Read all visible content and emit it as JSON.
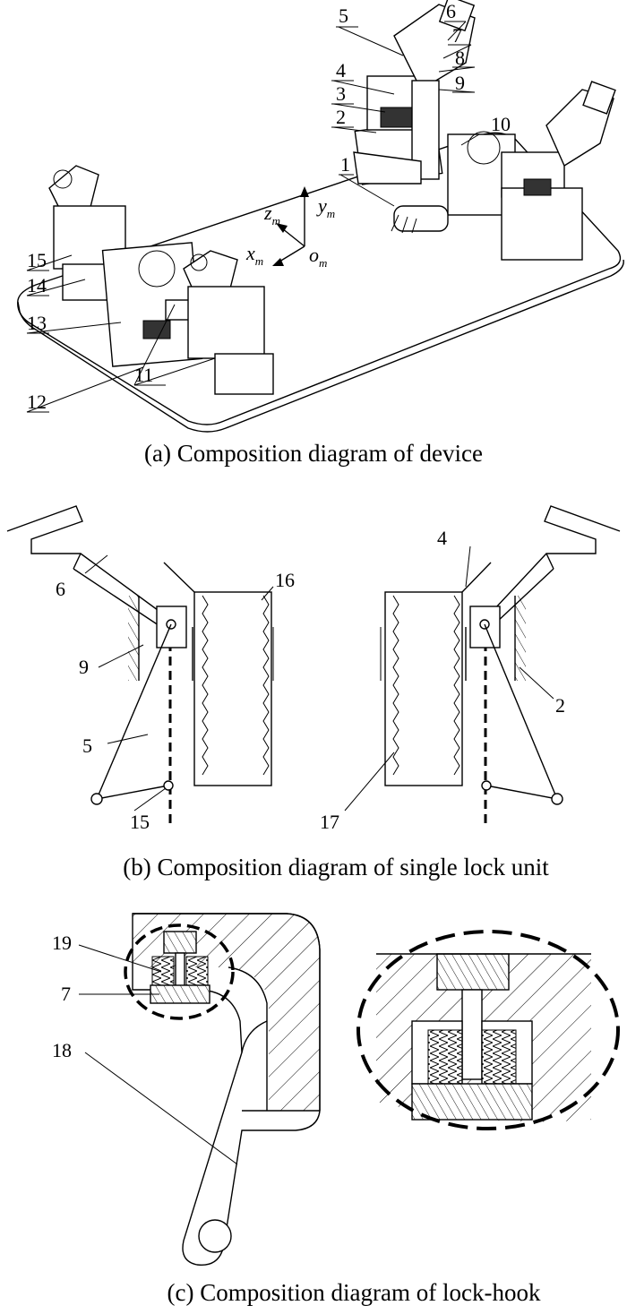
{
  "panel_a": {
    "caption": "(a) Composition diagram of  device",
    "axes": {
      "y": "y",
      "y_sub": "m",
      "z": "z",
      "z_sub": "m",
      "x": "x",
      "x_sub": "m",
      "o": "o",
      "o_sub": "m"
    },
    "callouts": [
      "1",
      "2",
      "3",
      "4",
      "5",
      "6",
      "7",
      "8",
      "9",
      "10",
      "11",
      "12",
      "13",
      "14",
      "15"
    ]
  },
  "panel_b": {
    "caption": "(b) Composition diagram of single lock unit",
    "callouts": [
      "6",
      "9",
      "5",
      "15",
      "16",
      "17",
      "4",
      "2"
    ]
  },
  "panel_c": {
    "caption": "(c) Composition diagram of lock-hook",
    "callouts": [
      "19",
      "7",
      "18"
    ]
  }
}
